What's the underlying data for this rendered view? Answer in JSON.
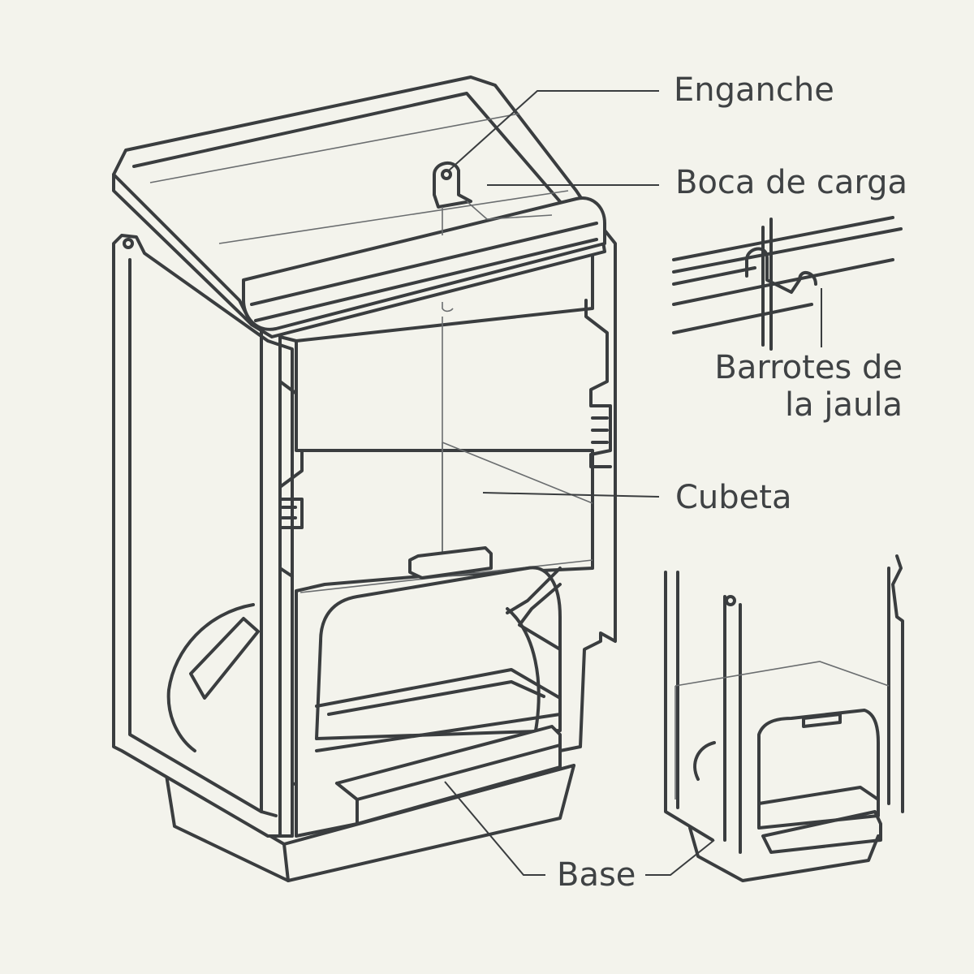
{
  "colors": {
    "background": "#f3f3ec",
    "line": "#3a3d3f",
    "text": "#3f4244"
  },
  "labels": {
    "enganche": "Enganche",
    "boca_de_carga": "Boca de carga",
    "barrotes_line1": "Barrotes de",
    "barrotes_line2": "la jaula",
    "cubeta": "Cubeta",
    "base": "Base"
  }
}
